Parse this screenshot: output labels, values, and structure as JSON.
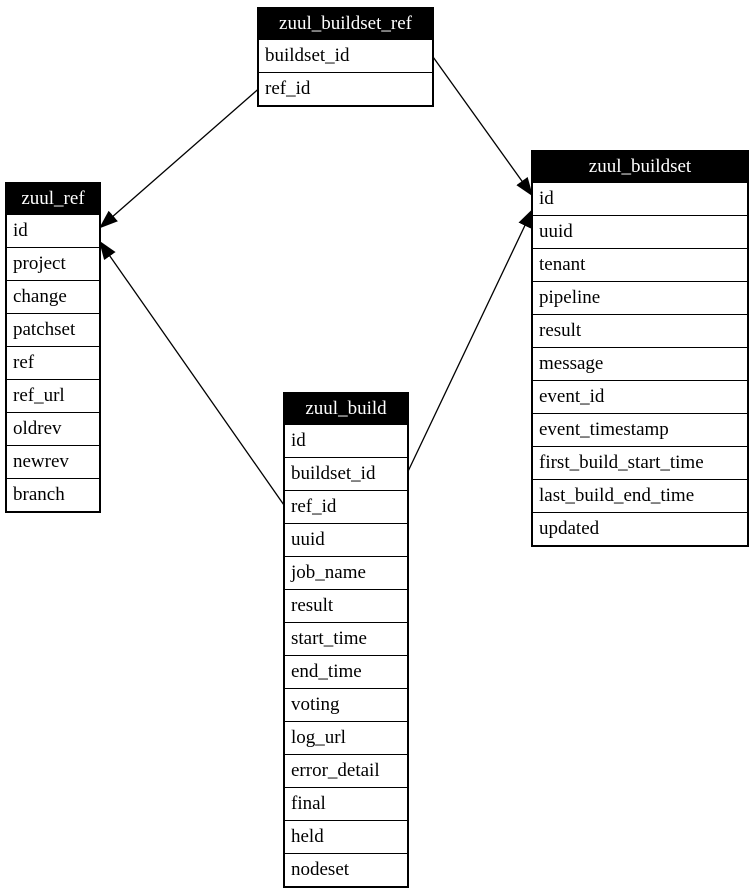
{
  "diagram": {
    "type": "database-schema-er-diagram",
    "colors": {
      "background": "#ffffff",
      "table_header_bg": "#000000",
      "table_header_text": "#ffffff",
      "table_row_bg": "#ffffff",
      "table_row_text": "#000000",
      "border": "#000000",
      "edge": "#000000"
    }
  },
  "tables": [
    {
      "id": "zuul_buildset_ref",
      "title": "zuul_buildset_ref",
      "columns": [
        "buildset_id",
        "ref_id"
      ]
    },
    {
      "id": "zuul_ref",
      "title": "zuul_ref",
      "columns": [
        "id",
        "project",
        "change",
        "patchset",
        "ref",
        "ref_url",
        "oldrev",
        "newrev",
        "branch"
      ]
    },
    {
      "id": "zuul_buildset",
      "title": "zuul_buildset",
      "columns": [
        "id",
        "uuid",
        "tenant",
        "pipeline",
        "result",
        "message",
        "event_id",
        "event_timestamp",
        "first_build_start_time",
        "last_build_end_time",
        "updated"
      ]
    },
    {
      "id": "zuul_build",
      "title": "zuul_build",
      "columns": [
        "id",
        "buildset_id",
        "ref_id",
        "uuid",
        "job_name",
        "result",
        "start_time",
        "end_time",
        "voting",
        "log_url",
        "error_detail",
        "final",
        "held",
        "nodeset"
      ]
    }
  ],
  "relations": [
    {
      "from_table": "zuul_buildset_ref",
      "from_column": "ref_id",
      "to_table": "zuul_ref",
      "to_column": "id"
    },
    {
      "from_table": "zuul_buildset_ref",
      "from_column": "buildset_id",
      "to_table": "zuul_buildset",
      "to_column": "id"
    },
    {
      "from_table": "zuul_build",
      "from_column": "buildset_id",
      "to_table": "zuul_buildset",
      "to_column": "id"
    },
    {
      "from_table": "zuul_build",
      "from_column": "ref_id",
      "to_table": "zuul_ref",
      "to_column": "id"
    }
  ]
}
